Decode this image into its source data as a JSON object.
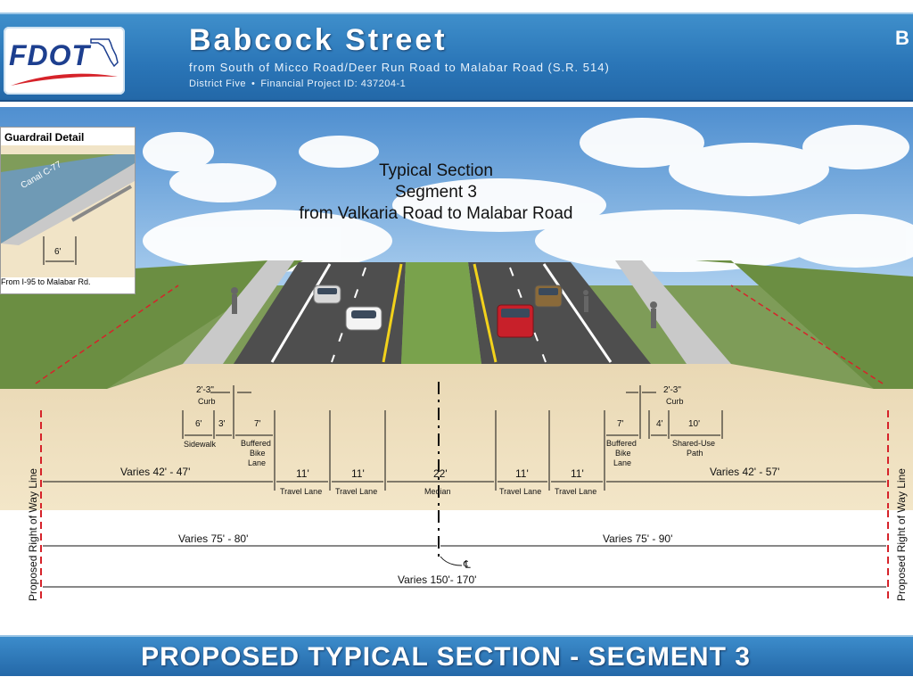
{
  "header": {
    "logo": "FDOT",
    "title": "Babcock Street",
    "subtitle": "from South of Micco Road/Deer Run Road to Malabar Road (S.R. 514)",
    "district": "District Five",
    "project": "Financial Project ID: 437204-1",
    "edge_letter": "B"
  },
  "inset": {
    "title": "Guardrail Detail",
    "canal": "Canal C-77",
    "width": "6'",
    "note": "From I-95 to Malabar Rd."
  },
  "section_title": {
    "line1": "Typical Section",
    "line2": "Segment 3",
    "line3": "from Valkaria Road to Malabar Road"
  },
  "dimensions": {
    "left_curb": "2'-3\"",
    "curb": "Curb",
    "sidewalk_w": "6'",
    "sidewalk": "Sidewalk",
    "three": "3'",
    "left_bike_w": "7'",
    "bike_l1": "Buffered",
    "bike_l2": "Bike",
    "bike_l3": "Lane",
    "left_varies": "Varies 42' - 47'",
    "lane1": "11'",
    "lane2": "11'",
    "lane3": "11'",
    "lane4": "11'",
    "travel_lane": "Travel Lane",
    "median_w": "22'",
    "median": "Median",
    "right_curb": "2'-3\"",
    "right_bike_w": "7'",
    "four": "4'",
    "path_w": "10'",
    "path_l1": "Shared-Use",
    "path_l2": "Path",
    "right_varies": "Varies 42' - 57'",
    "left_total": "Varies 75' - 80'",
    "right_total": "Varies 75' - 90'",
    "centerline": "℄",
    "overall": "Varies 150'- 170'",
    "row": "Proposed Right of Way Line"
  },
  "footer": {
    "title": "PROPOSED TYPICAL SECTION - SEGMENT 3"
  }
}
